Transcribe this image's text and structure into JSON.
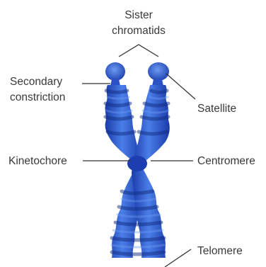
{
  "labels": {
    "sister_line1": "Sister",
    "sister_line2": "chromatids",
    "secondary_line1": "Secondary",
    "secondary_line2": "constriction",
    "satellite": "Satellite",
    "kinetochore": "Kinetochore",
    "centromere": "Centromere",
    "telomere": "Telomere"
  },
  "colors": {
    "chromatid_light": "#5f8ff0",
    "chromatid_mid": "#2f5fd6",
    "chromatid_dark": "#15349a",
    "leader_line": "#333333",
    "text": "#3a3a3a"
  }
}
